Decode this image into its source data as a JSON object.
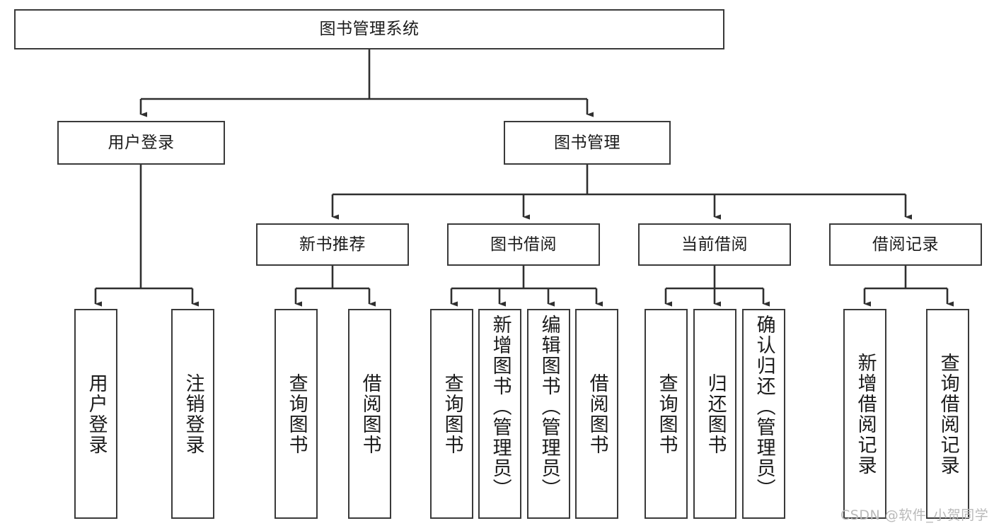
{
  "diagram": {
    "type": "tree-hierarchy",
    "title": "图书管理系统",
    "watermark": "CSDN @软件_小贺同学",
    "colors": {
      "box_border": "#3a3a3a",
      "box_fill": "#ffffff",
      "line": "#2f2f2f",
      "text": "#1b1b1b",
      "watermark": "#b9b9b9",
      "background": "#ffffff"
    },
    "root": {
      "label": "图书管理系统"
    },
    "level2": [
      {
        "label": "用户登录"
      },
      {
        "label": "图书管理"
      }
    ],
    "level3": [
      {
        "label": "新书推荐"
      },
      {
        "label": "图书借阅"
      },
      {
        "label": "当前借阅"
      },
      {
        "label": "借阅记录"
      }
    ],
    "leaves": {
      "user_login": [
        {
          "label": "用户登录"
        },
        {
          "label": "注销登录"
        }
      ],
      "new_book_recommend": [
        {
          "label": "查询图书"
        },
        {
          "label": "借阅图书"
        }
      ],
      "book_borrow": [
        {
          "label": "查询图书"
        },
        {
          "label": "新增图书（管理员）"
        },
        {
          "label": "编辑图书（管理员）"
        },
        {
          "label": "借阅图书"
        }
      ],
      "current_borrow": [
        {
          "label": "查询图书"
        },
        {
          "label": "归还图书"
        },
        {
          "label": "确认归还（管理员）"
        }
      ],
      "borrow_record": [
        {
          "label": "新增借阅记录"
        },
        {
          "label": "查询借阅记录"
        }
      ]
    }
  }
}
